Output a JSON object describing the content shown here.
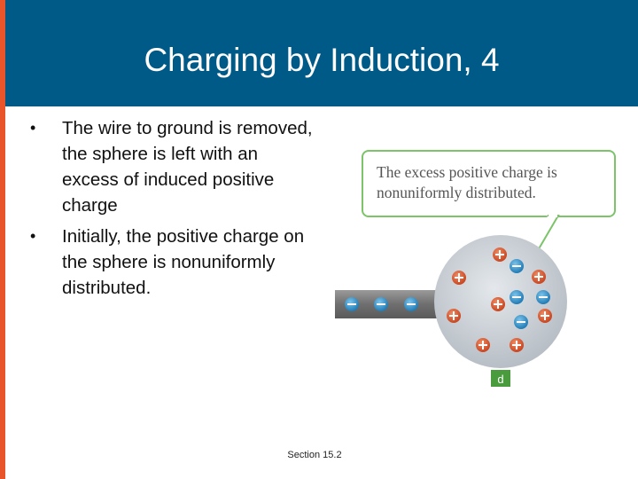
{
  "slide": {
    "title": "Charging by Induction, 4",
    "bullets": [
      "The wire to ground is removed, the sphere is left with an excess of induced positive charge",
      "Initially, the positive charge on the sphere is nonuniformly distributed."
    ],
    "footer": "Section 15.2"
  },
  "figure": {
    "callout_line1": "The excess positive charge is",
    "callout_line2": "nonuniformly distributed.",
    "panel_label": "d",
    "colors": {
      "callout_border": "#7cc36a",
      "positive_charge": "#d9542c",
      "negative_charge": "#2f8fc9",
      "sphere": "#c9ced3",
      "rod": "#777777",
      "label_bg": "#4a9a3e"
    }
  }
}
